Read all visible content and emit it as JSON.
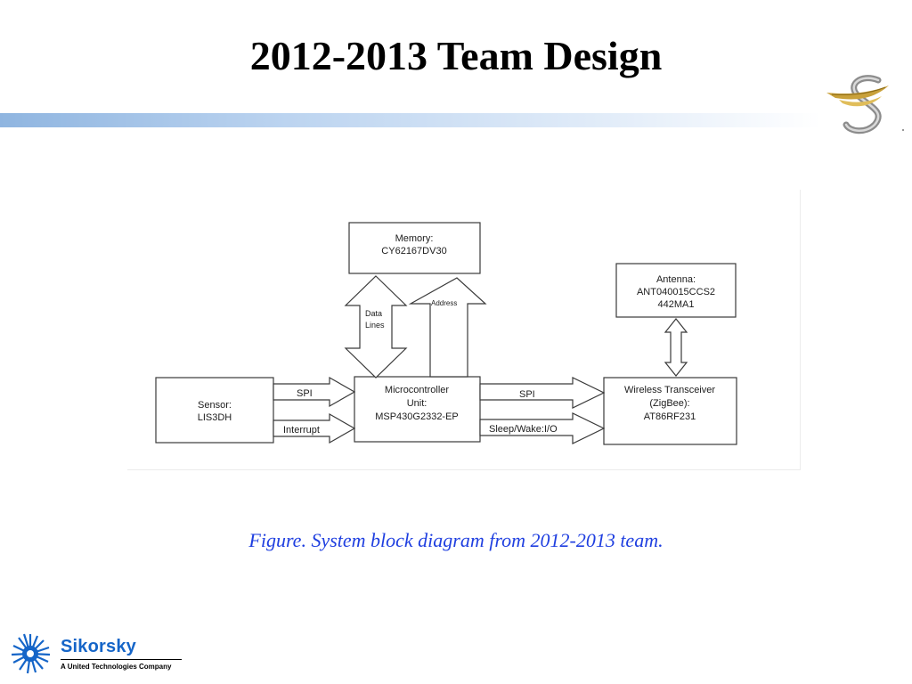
{
  "slide": {
    "title": "2012-2013 Team Design",
    "caption": "Figure. System block diagram from 2012-2013 team."
  },
  "diagram": {
    "blocks": {
      "memory": [
        "Memory:",
        "CY62167DV30"
      ],
      "antenna": [
        "Antenna:",
        "ANT040015CCS2",
        "442MA1"
      ],
      "sensor": [
        "Sensor:",
        "LIS3DH"
      ],
      "mcu": [
        "Microcontroller",
        "Unit:",
        "MSP430G2332-EP"
      ],
      "transceiver": [
        "Wireless Transceiver",
        "(ZigBee):",
        "AT86RF231"
      ]
    },
    "arrows": {
      "data_lines": [
        "Data",
        "Lines"
      ],
      "address": "Address",
      "spi_left": "SPI",
      "interrupt": "Interrupt",
      "spi_right": "SPI",
      "sleep_wake": "Sleep/Wake:I/O"
    }
  },
  "branding": {
    "company_name": "Sikorsky",
    "company_tagline": "A United Technologies Company",
    "accent_color": "#1565c8",
    "caption_color": "#1f3fe0",
    "icons": [
      "s-logo-icon",
      "sikorsky-logo-icon"
    ]
  }
}
